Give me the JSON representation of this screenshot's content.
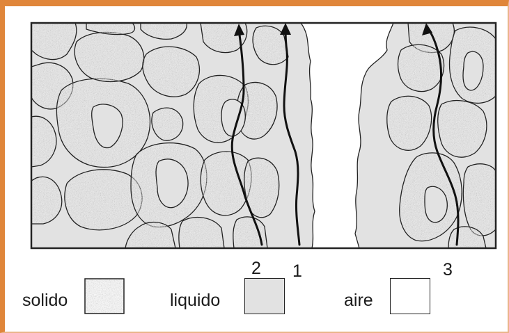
{
  "path_labels": {
    "path1": "1",
    "path2": "2",
    "path3": "3"
  },
  "legend": {
    "solid": {
      "label": "solido",
      "color": "#b9b9b9"
    },
    "liquid": {
      "label": "liquido",
      "color": "#e2e2e2"
    },
    "air": {
      "label": "aire",
      "color": "#ffffff"
    }
  },
  "colors": {
    "frame": "#e0863a",
    "outline": "#222222",
    "path_line": "#111111"
  }
}
